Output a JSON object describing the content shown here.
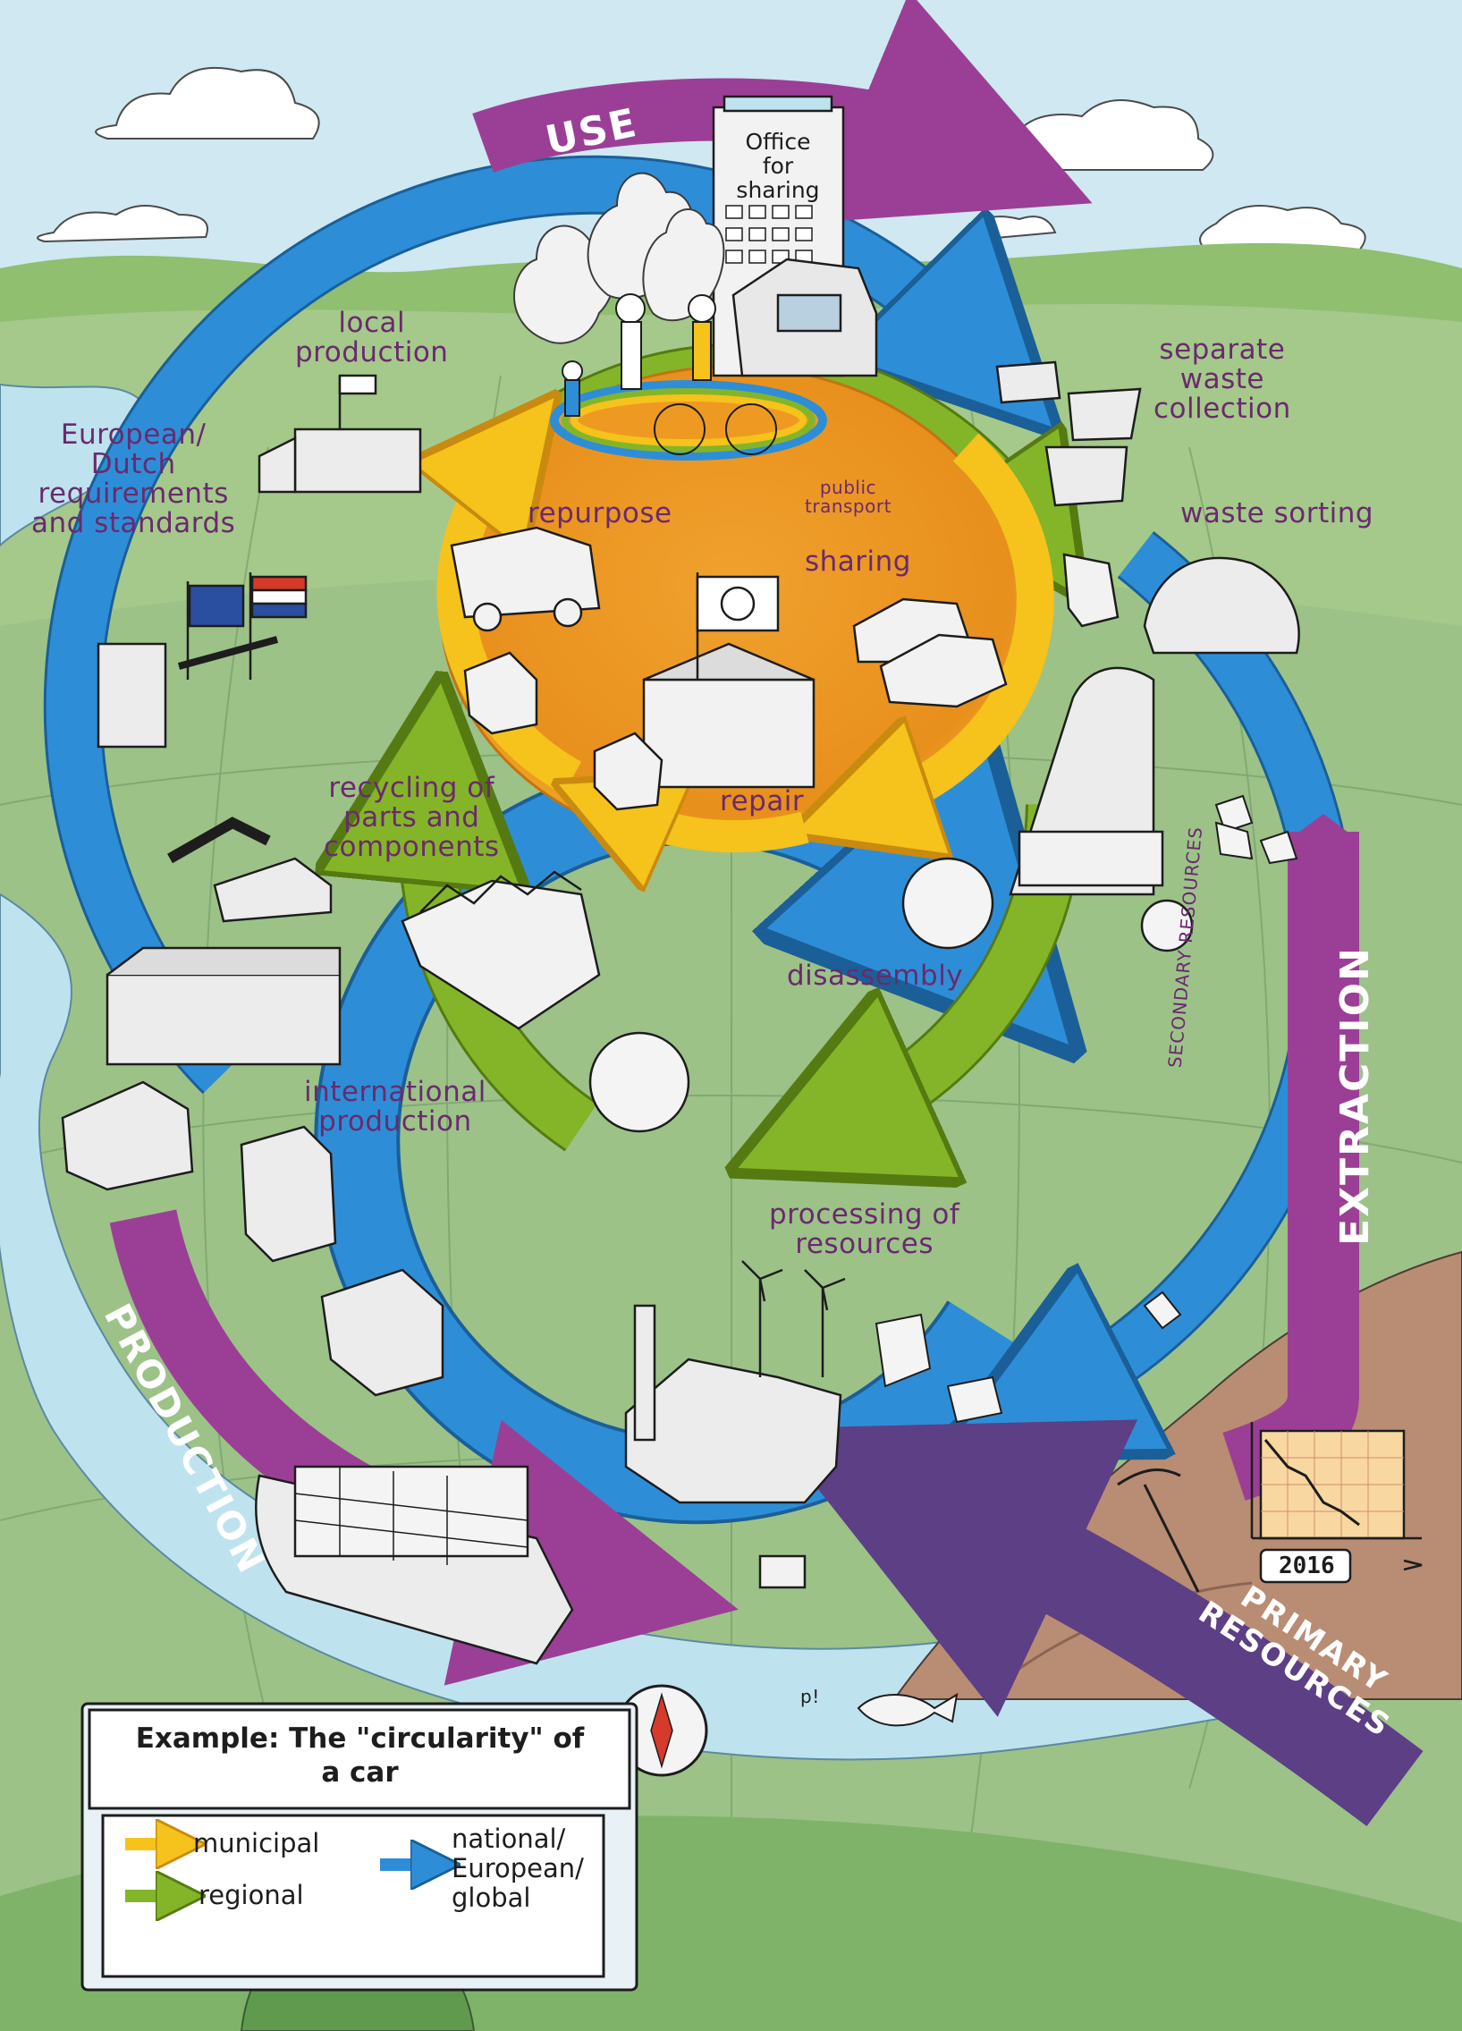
{
  "diagram": {
    "bands": {
      "use": "USE",
      "extraction": "EXTRACTION",
      "production": "PRODUCTION",
      "primary_resources": "PRIMARY\nRESOURCES"
    },
    "building_sign": "Office\nfor\nsharing",
    "labels": {
      "local_production": "local\nproduction",
      "requirements": "European/\nDutch\nrequirements\nand standards",
      "separate_waste": "separate\nwaste\ncollection",
      "waste_sorting": "waste sorting",
      "repurpose": "repurpose",
      "public_transport": "public\ntransport",
      "sharing": "sharing",
      "repair": "repair",
      "recycling": "recycling of\nparts and\ncomponents",
      "disassembly": "disassembly",
      "secondary_resources": "SECONDARY RESOURCES",
      "international_production": "international\nproduction",
      "processing": "processing of\nresources"
    },
    "chart_year": "2016",
    "doodle_text": "p!",
    "colors": {
      "municipal": "#f6c21c",
      "regional": "#84b528",
      "national": "#2d8ed7",
      "band": "#9b3f96",
      "primary_band": "#5c3f85",
      "text": "#6a2a6e",
      "sky": "#cfe8f1",
      "land": "#9ec37e",
      "river": "#bfe3ee",
      "globe_core": "#ee9a22"
    }
  },
  "legend": {
    "title": "Example: The \"circularity\" of\na car",
    "items": [
      {
        "label": "municipal",
        "color": "#f6c21c"
      },
      {
        "label": "regional",
        "color": "#84b528"
      },
      {
        "label": "national/\nEuropean/\nglobal",
        "color": "#2d8ed7"
      }
    ]
  }
}
